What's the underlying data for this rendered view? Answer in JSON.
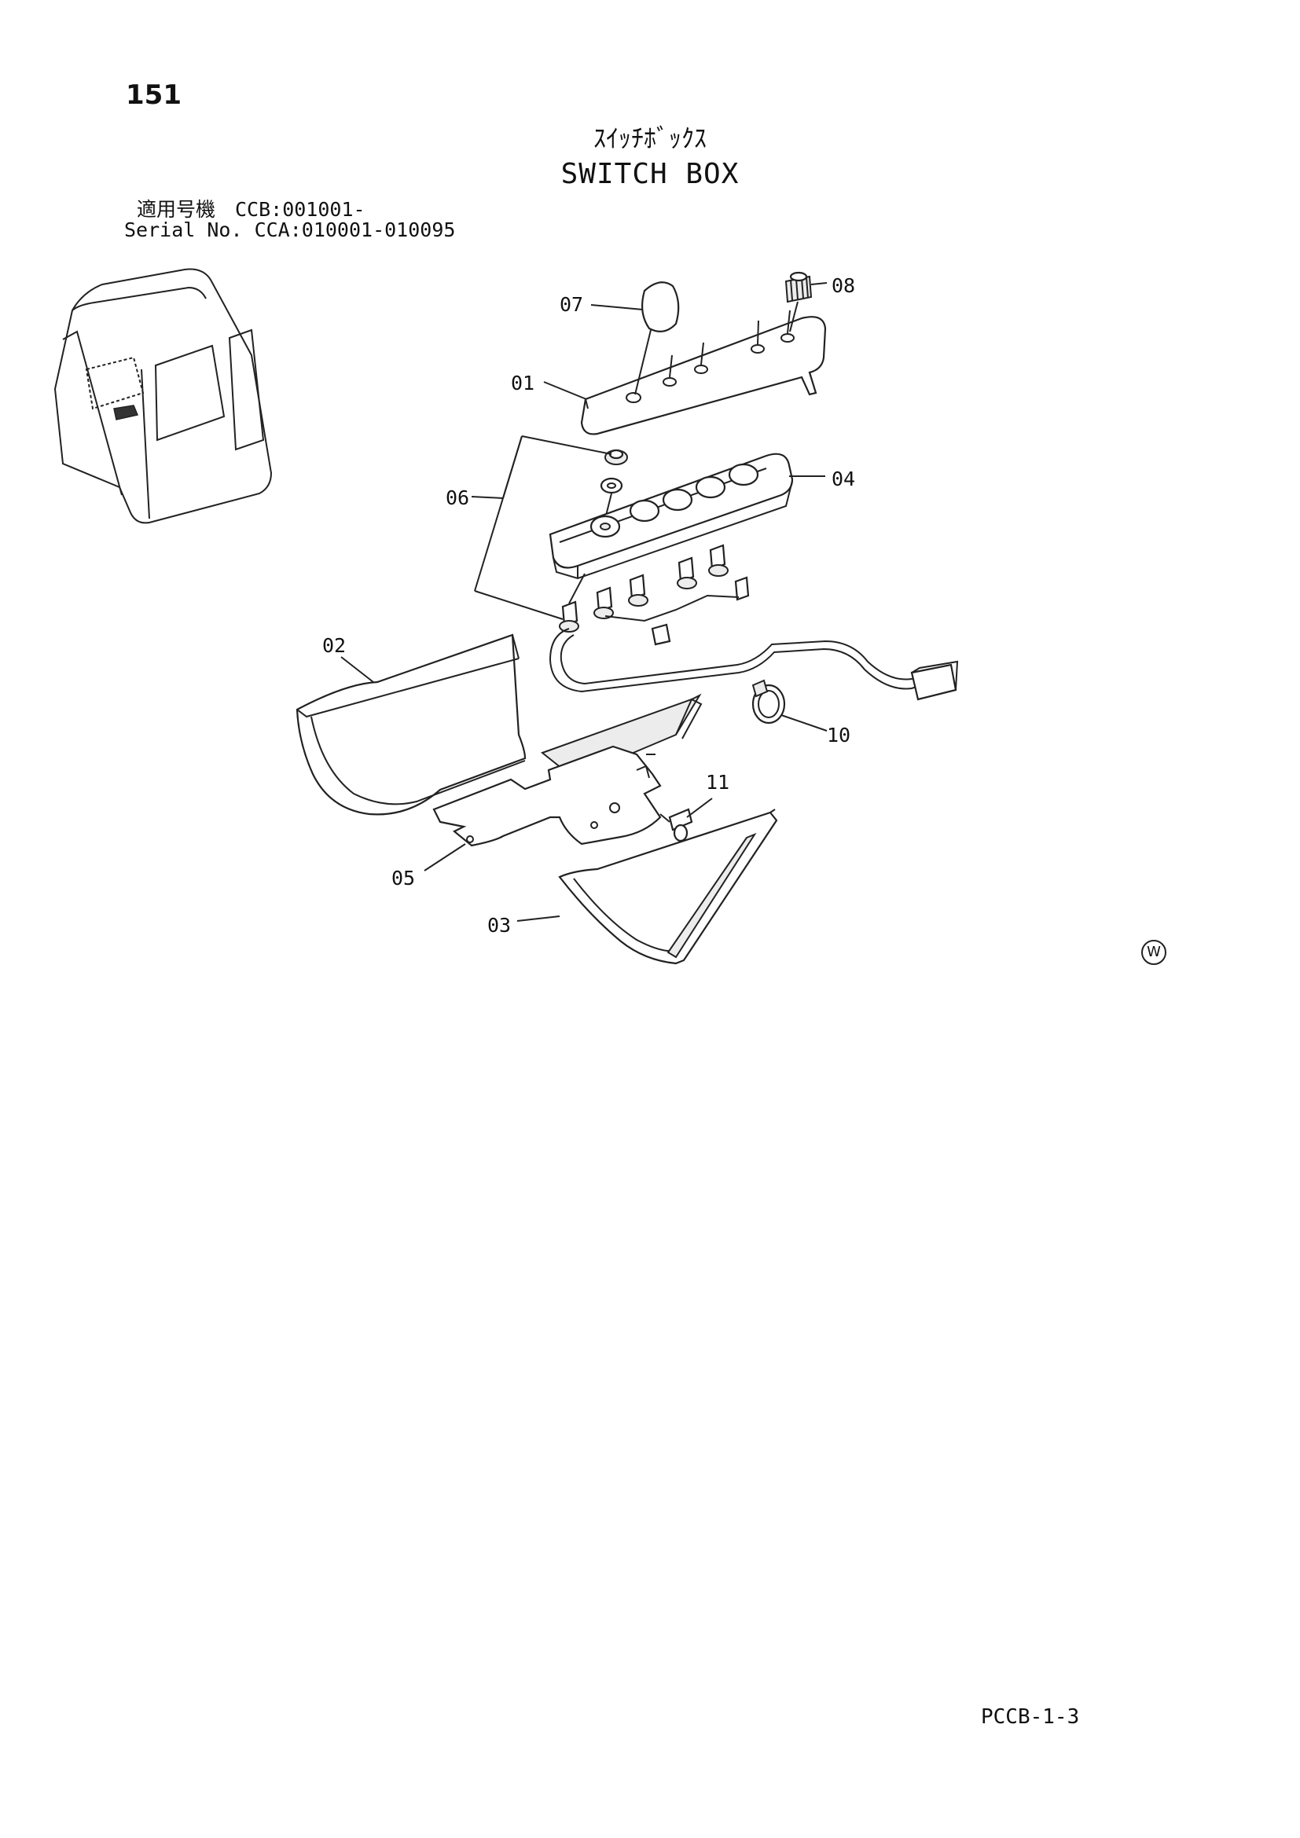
{
  "page": {
    "number": "151",
    "title_ja": "ｽｲｯﾁﾎﾞｯｸｽ",
    "title_en": "SWITCH BOX",
    "serial_line_1": "適用号機　CCB:001001-",
    "serial_line_2": "Serial No. CCA:010001-010095",
    "footer_code": "PCCB-1-3",
    "watermark_mark": "W"
  },
  "callouts": {
    "c01": "01",
    "c02": "02",
    "c03": "03",
    "c04": "04",
    "c05": "05",
    "c06": "06",
    "c07": "07",
    "c08": "08",
    "c10": "10",
    "c11": "11"
  }
}
